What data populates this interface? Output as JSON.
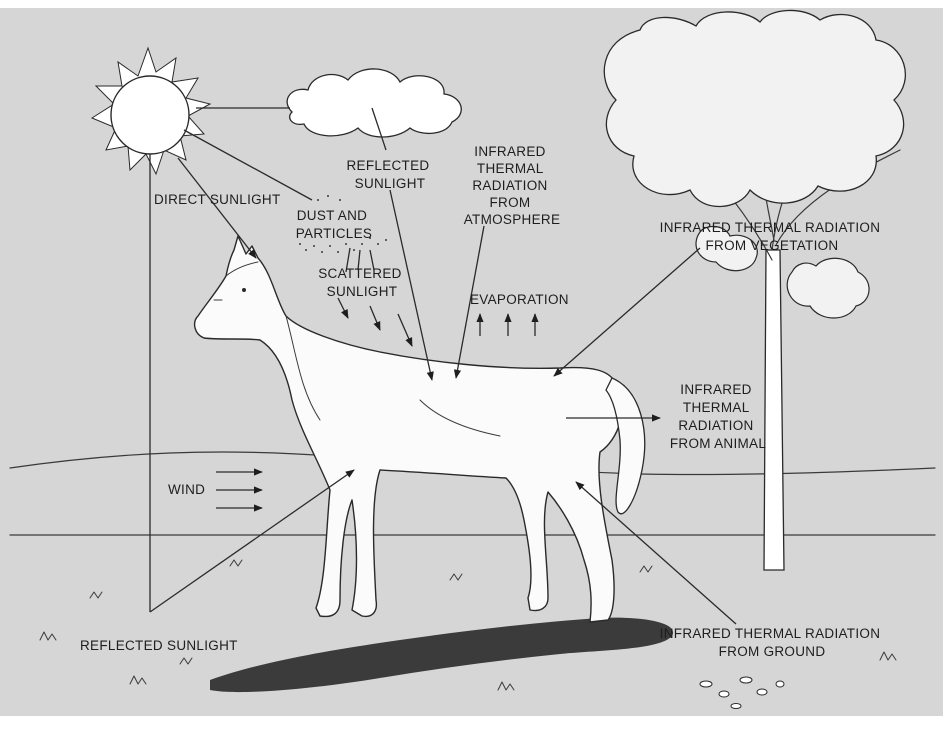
{
  "colors": {
    "paper": "#d6d6d6",
    "ink": "#1e1e1e",
    "horse": "#fbfbfb",
    "shadow": "#3b3b3b"
  },
  "labels": {
    "direct_sunlight": "DIRECT SUNLIGHT",
    "reflected_sunlight_top": [
      "REFLECTED",
      "SUNLIGHT"
    ],
    "infrared_atmosphere": [
      "INFRARED",
      "THERMAL",
      "RADIATION",
      "FROM",
      "ATMOSPHERE"
    ],
    "dust_particles": [
      "DUST AND",
      "PARTICLES"
    ],
    "scattered_sunlight": [
      "SCATTERED",
      "SUNLIGHT"
    ],
    "evaporation": "EVAPORATION",
    "infrared_vegetation": [
      "INFRARED THERMAL RADIATION",
      "FROM VEGETATION"
    ],
    "infrared_animal": [
      "INFRARED",
      "THERMAL",
      "RADIATION",
      "FROM ANIMAL"
    ],
    "wind": "WIND",
    "reflected_sunlight_bottom": "REFLECTED SUNLIGHT",
    "infrared_ground": [
      "INFRARED THERMAL RADIATION",
      "FROM GROUND"
    ]
  }
}
